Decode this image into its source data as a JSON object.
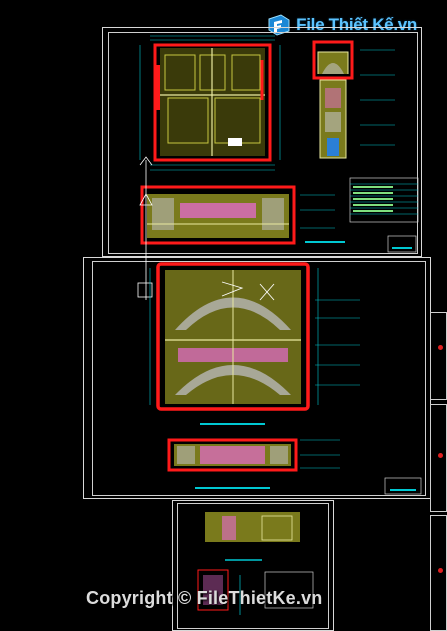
{
  "watermark": {
    "brand": "File Thiết Kế.vn",
    "icon": "filethietke-logo-icon"
  },
  "footer": {
    "copyright": "Copyright © FileThietKe.vn"
  },
  "sheets": {
    "top": {
      "legend_title": "BẢNG KÊ CỬA"
    },
    "colors": {
      "wall": "#7a7a1c",
      "highlight": "#ff1a1a",
      "line": "#00c8d2",
      "accent": "#e76bd0",
      "lattice": "#b8b8b8"
    }
  }
}
